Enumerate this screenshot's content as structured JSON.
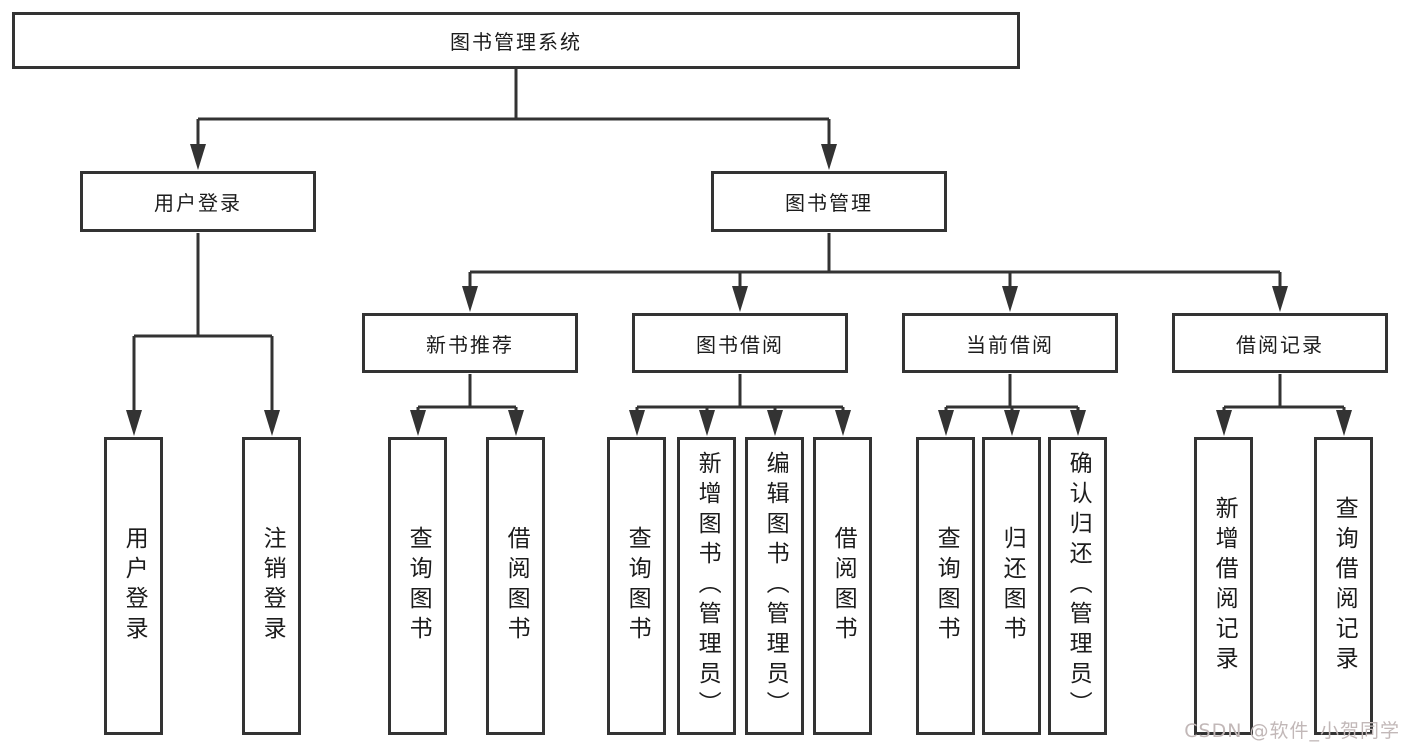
{
  "tree": {
    "root": {
      "label": "图书管理系统",
      "children": [
        {
          "label": "用户登录",
          "children": [
            {
              "label": "用户登录"
            },
            {
              "label": "注销登录"
            }
          ]
        },
        {
          "label": "图书管理",
          "children": [
            {
              "label": "新书推荐",
              "children": [
                {
                  "label": "查询图书"
                },
                {
                  "label": "借阅图书"
                }
              ]
            },
            {
              "label": "图书借阅",
              "children": [
                {
                  "label": "查询图书"
                },
                {
                  "label": "新增图书（管理员）"
                },
                {
                  "label": "编辑图书（管理员）"
                },
                {
                  "label": "借阅图书"
                }
              ]
            },
            {
              "label": "当前借阅",
              "children": [
                {
                  "label": "查询图书"
                },
                {
                  "label": "归还图书"
                },
                {
                  "label": "确认归还（管理员）"
                }
              ]
            },
            {
              "label": "借阅记录",
              "children": [
                {
                  "label": "新增借阅记录"
                },
                {
                  "label": "查询借阅记录"
                }
              ]
            }
          ]
        }
      ]
    }
  },
  "watermark": {
    "text": "CSDN @软件_小贺同学"
  },
  "colors": {
    "line": "#333333",
    "text": "#1c1c1c",
    "background": "#ffffff",
    "watermark": "#c2b8b8"
  }
}
